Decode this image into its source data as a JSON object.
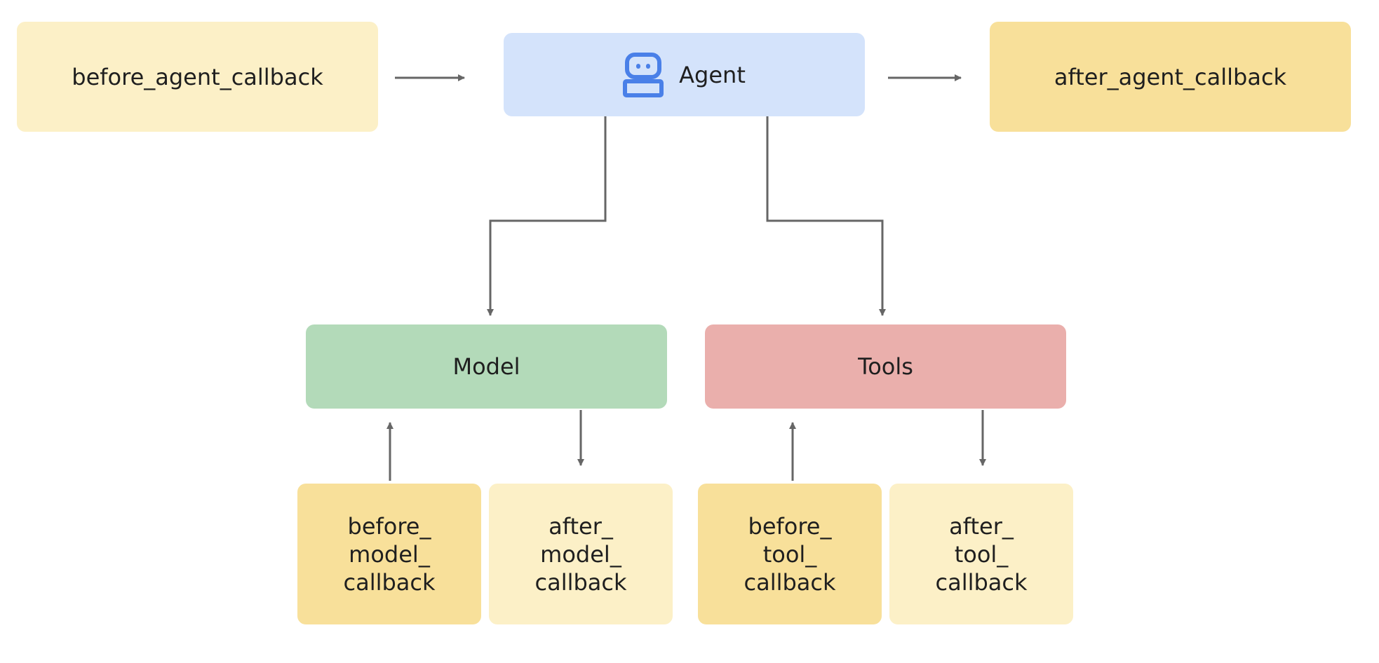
{
  "diagram": {
    "nodes": {
      "before_agent": "before_agent_callback",
      "agent": "Agent",
      "after_agent": "after_agent_callback",
      "model": "Model",
      "tools": "Tools",
      "before_model": "before_\nmodel_\ncallback",
      "after_model": "after_\nmodel_\ncallback",
      "before_tool": "before_\ntool_\ncallback",
      "after_tool": "after_\ntool_\ncallback"
    },
    "agent_icon": "robot-icon",
    "colors": {
      "light_yellow": "#fcf0c7",
      "yellow": "#f8e09a",
      "blue": "#d4e3fb",
      "green": "#b3dab9",
      "red": "#eaafac",
      "icon_blue": "#4a80e8",
      "arrow": "#666666"
    },
    "edges": [
      {
        "from": "before_agent",
        "to": "agent"
      },
      {
        "from": "agent",
        "to": "after_agent"
      },
      {
        "from": "agent",
        "to": "model"
      },
      {
        "from": "agent",
        "to": "tools"
      },
      {
        "from": "before_model",
        "to": "model"
      },
      {
        "from": "model",
        "to": "after_model"
      },
      {
        "from": "before_tool",
        "to": "tools"
      },
      {
        "from": "tools",
        "to": "after_tool"
      }
    ]
  }
}
